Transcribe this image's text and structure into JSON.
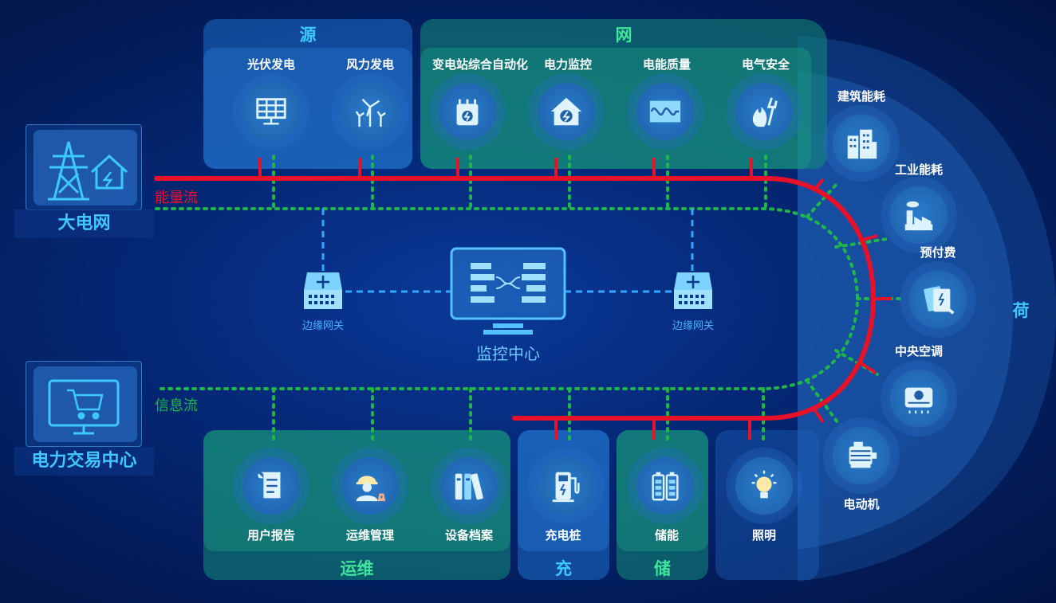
{
  "grid": {
    "label": "大电网"
  },
  "trading": {
    "label": "电力交易中心"
  },
  "flows": {
    "energy": "能量流",
    "info": "信息流"
  },
  "center": {
    "label": "监控中心"
  },
  "gateways": {
    "left": "边缘网关",
    "right": "边缘网关"
  },
  "source": {
    "title": "源",
    "items": [
      {
        "label": "光伏发电",
        "icon": "solar-panel-icon"
      },
      {
        "label": "风力发电",
        "icon": "wind-turbine-icon"
      }
    ]
  },
  "network": {
    "title": "网",
    "items": [
      {
        "label": "变电站综合自动化",
        "icon": "substation-icon"
      },
      {
        "label": "电力监控",
        "icon": "power-monitor-icon"
      },
      {
        "label": "电能质量",
        "icon": "waveform-icon"
      },
      {
        "label": "电气安全",
        "icon": "fire-safety-icon"
      }
    ]
  },
  "load": {
    "title": "荷",
    "items": [
      {
        "label": "建筑能耗",
        "icon": "building-icon"
      },
      {
        "label": "工业能耗",
        "icon": "factory-icon"
      },
      {
        "label": "预付费",
        "icon": "prepaid-card-icon"
      },
      {
        "label": "中央空调",
        "icon": "air-conditioner-icon"
      },
      {
        "label": "电动机",
        "icon": "motor-icon"
      },
      {
        "label": "照明",
        "icon": "bulb-icon"
      }
    ]
  },
  "ops": {
    "title": "运维",
    "items": [
      {
        "label": "用户报告",
        "icon": "report-scroll-icon"
      },
      {
        "label": "运维管理",
        "icon": "worker-icon"
      },
      {
        "label": "设备档案",
        "icon": "binders-icon"
      }
    ]
  },
  "charge": {
    "title": "充",
    "items": [
      {
        "label": "充电桩",
        "icon": "charging-pile-icon"
      }
    ]
  },
  "storage": {
    "title": "储",
    "items": [
      {
        "label": "储能",
        "icon": "battery-icon"
      }
    ]
  },
  "colors": {
    "energy": "#e8112a",
    "info": "#1fb54a",
    "accent": "#3ec8ff",
    "green": "#3ee59a"
  }
}
